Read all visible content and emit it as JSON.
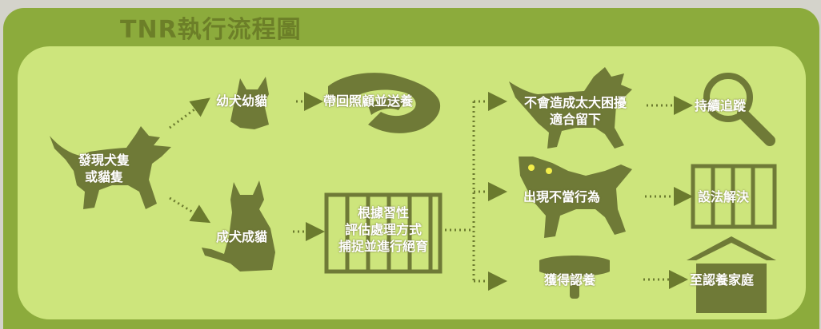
{
  "title": "TNR執行流程圖",
  "colors": {
    "outer": "#8cab3c",
    "inner": "#cde57c",
    "silhouette": "#6f7a37",
    "arrow": "#6b7a2e",
    "label": "#ffffff"
  },
  "nodes": {
    "found": [
      "發現犬隻",
      "或貓隻"
    ],
    "young": "幼犬幼貓",
    "adult": "成犬成貓",
    "take_home": "帶回照顧並送養",
    "assess": [
      "根據習性",
      "評估處理方式",
      "捕捉並進行絕育"
    ],
    "no_trouble": [
      "不會造成太大困擾",
      "適合留下"
    ],
    "improper": "出現不當行為",
    "adopted": "獲得認養",
    "track": "持續追蹤",
    "solve": "設法解決",
    "adopt_home": "至認養家庭"
  },
  "icons": {
    "dog": "dog-silhouette-icon",
    "kitten": "kitten-silhouette-icon",
    "cat": "cat-silhouette-icon",
    "hands": "caring-hands-icon",
    "cage": "cage-icon",
    "magnifier": "magnifier-icon",
    "fence": "fence-icon",
    "house": "house-icon",
    "collar": "collar-icon"
  }
}
